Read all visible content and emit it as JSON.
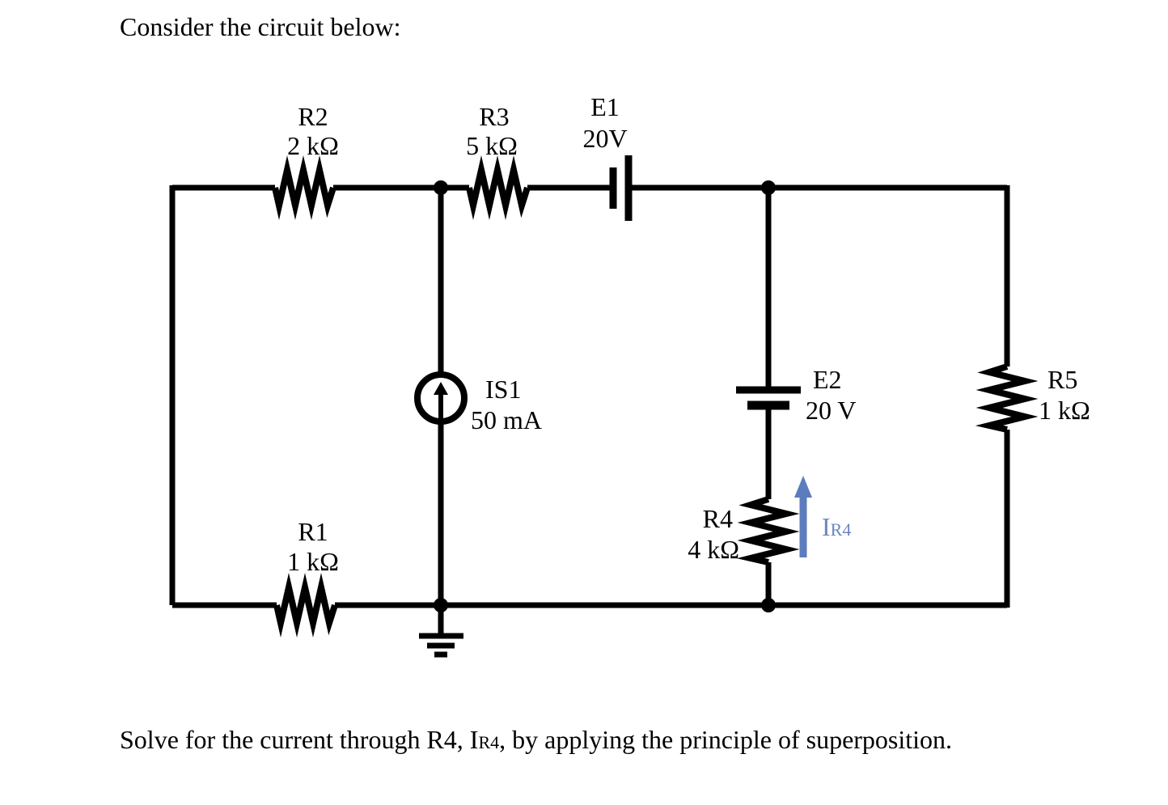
{
  "title": "Consider the circuit below:",
  "question": {
    "part1": "Solve for the current through R4, I",
    "subscript": "R4",
    "part2": ", by applying the principle of superposition."
  },
  "circuit": {
    "R1": {
      "name": "R1",
      "value": "1 kΩ"
    },
    "R2": {
      "name": "R2",
      "value": "2 kΩ"
    },
    "R3": {
      "name": "R3",
      "value": "5 kΩ"
    },
    "R4": {
      "name": "R4",
      "value": "4 kΩ"
    },
    "R5": {
      "name": "R5",
      "value": "1 kΩ"
    },
    "E1": {
      "name": "E1",
      "value": "20V"
    },
    "E2": {
      "name": "E2",
      "value": "20 V"
    },
    "IS1": {
      "name": "IS1",
      "value": "50 mA"
    },
    "IR4": {
      "symbol": "I",
      "subscript": "R4"
    }
  },
  "colors": {
    "wire": "#000000",
    "current_arrow": "#5b7cbd",
    "current_label": "#6d85c3",
    "background": "#ffffff"
  }
}
